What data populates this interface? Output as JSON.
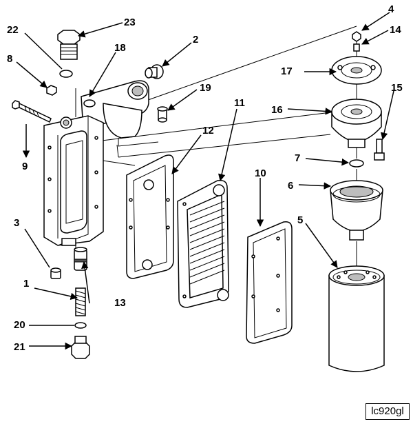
{
  "figure_code": "lc920gl",
  "callouts": {
    "c1": "1",
    "c2": "2",
    "c3": "3",
    "c4": "4",
    "c5": "5",
    "c6": "6",
    "c7": "7",
    "c8": "8",
    "c9": "9",
    "c10": "10",
    "c11": "11",
    "c12": "12",
    "c13": "13",
    "c14": "14",
    "c15": "15",
    "c16": "16",
    "c17": "17",
    "c18": "18",
    "c19": "19",
    "c20": "20",
    "c21": "21",
    "c22": "22",
    "c23": "23"
  }
}
